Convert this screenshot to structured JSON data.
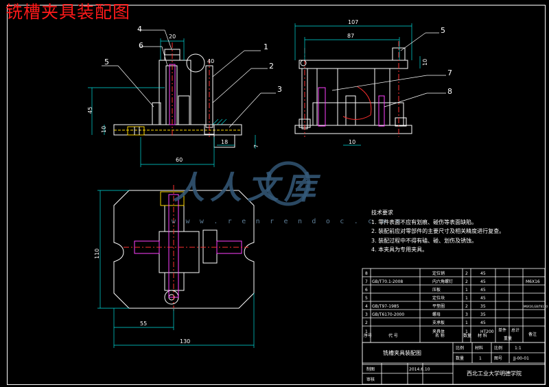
{
  "title": "铣槽夹具装配图",
  "watermark": {
    "brand": "人人文库",
    "url": "w w w . r e n r e n d o c . c o m"
  },
  "balloons": [
    "1",
    "2",
    "3",
    "4",
    "5",
    "6",
    "7",
    "8"
  ],
  "dims_front": [
    "20",
    "40",
    "45",
    "10",
    "60",
    "18",
    "7"
  ],
  "dims_side": [
    "107",
    "87",
    "10",
    "10"
  ],
  "dims_top": [
    "110",
    "55",
    "130"
  ],
  "tech_req": {
    "heading": "技术要求",
    "items": [
      "1. 零件表面不应有划痕、碰伤等表面缺陷。",
      "2. 装配前应对零部件的主要尺寸及相关精度进行复查。",
      "3. 装配过程中不得有磕、碰、划伤及锈蚀。",
      "4. 本夹具为专用夹具。"
    ]
  },
  "bom": [
    {
      "no": "8",
      "code": "",
      "name": "定位销",
      "qty": "2",
      "mat": "45"
    },
    {
      "no": "7",
      "code": "GB/T70.1-2008",
      "name": "内六角螺钉",
      "qty": "2",
      "mat": "45",
      "note": "M6X16"
    },
    {
      "no": "6",
      "code": "",
      "name": "压板",
      "qty": "1",
      "mat": "45"
    },
    {
      "no": "5",
      "code": "",
      "name": "定位块",
      "qty": "1",
      "mat": "45"
    },
    {
      "no": "4",
      "code": "GB/T97-1985",
      "name": "平垫圈",
      "qty": "2",
      "mat": "35",
      "note": "M6X16,GB/T6170"
    },
    {
      "no": "3",
      "code": "GB/T6170-2000",
      "name": "螺母",
      "qty": "3",
      "mat": "35"
    },
    {
      "no": "2",
      "code": "",
      "name": "支承板",
      "qty": "1",
      "mat": "45"
    },
    {
      "no": "1",
      "code": "",
      "name": "夹具体",
      "qty": "1",
      "mat": "HT200"
    }
  ],
  "bom_header": {
    "no": "序号",
    "code": "代 号",
    "name": "名 称",
    "qty": "数量",
    "mat": "材 料",
    "single": "单件",
    "total": "总计",
    "weight": "重量",
    "note": "备注"
  },
  "title_block": {
    "drawing_name": "铣槽夹具装配图",
    "scale_label": "比例",
    "scale": "1:1",
    "material_label": "材料",
    "quantity_label": "数量",
    "quantity": "1",
    "sheet_label": "图号",
    "sheet": "JJ-00-01",
    "drawn_label": "制图",
    "drawn_by": "",
    "date": "2014.6.10",
    "check_label": "审核",
    "school": "西北工业大学明德学院"
  }
}
